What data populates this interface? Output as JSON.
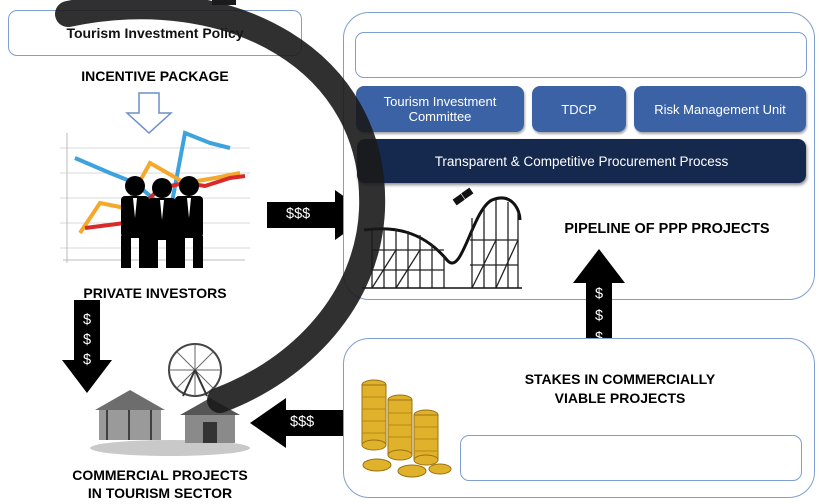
{
  "policy_box": {
    "text": "Tourism Investment Policy"
  },
  "incentive": {
    "label": "INCENTIVE PACKAGE"
  },
  "private_investors": {
    "label": "PRIVATE INVESTORS"
  },
  "commercial_projects": {
    "label_line1": "COMMERCIAL PROJECTS",
    "label_line2": "IN TOURISM SECTOR"
  },
  "top_panel": {
    "tic": "Tourism Investment Committee",
    "tdcp": "TDCP",
    "rmu": "Risk Management Unit",
    "procurement": "Transparent & Competitive Procurement Process"
  },
  "pipeline": {
    "label": "PIPELINE OF PPP PROJECTS"
  },
  "stakes": {
    "label_line1": "STAKES IN COMMERCIALLY",
    "label_line2": "VIABLE PROJECTS"
  },
  "arrows": {
    "right_money": "$$$",
    "left_money": "$$$",
    "down_money": [
      "$",
      "$",
      "$"
    ],
    "up_money": [
      "$",
      "$",
      "$"
    ]
  },
  "colors": {
    "panel_border": "#7f9ed1",
    "committee_fill": "#3c62a6",
    "procurement_fill": "#15294e",
    "watermark": "#1a1a1a"
  }
}
